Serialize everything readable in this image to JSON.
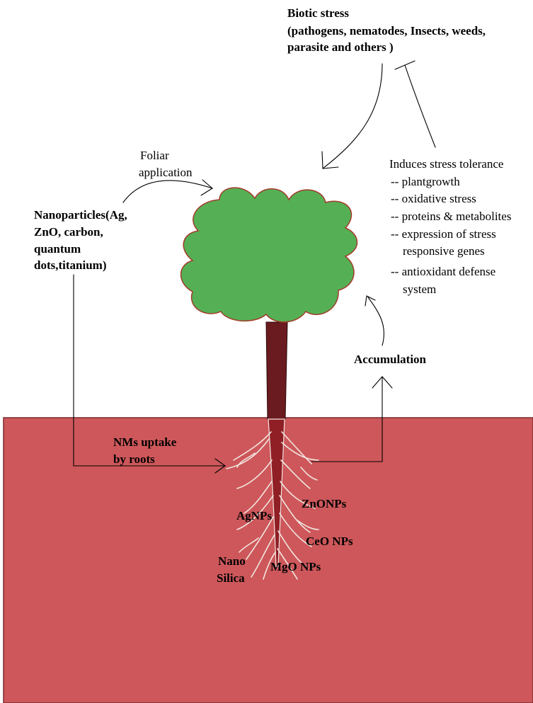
{
  "biotic": {
    "title": "Biotic stress",
    "line1": "(pathogens, nematodes,  Insects, weeds,",
    "line2": "parasite and others )"
  },
  "foliar": {
    "line1": "Foliar",
    "line2": "application"
  },
  "nanoparticles": {
    "line1": "Nanoparticles(Ag,",
    "line2": "ZnO, carbon,",
    "line3": "quantum",
    "line4": "dots,titanium)"
  },
  "tolerance": {
    "title": "Induces stress tolerance",
    "items": [
      "-- plantgrowth",
      "-- oxidative stress",
      "-- proteins & metabolites",
      "-- expression of stress",
      "    responsive genes",
      "-- antioxidant defense",
      "    system"
    ]
  },
  "accumulation": "Accumulation",
  "uptake": {
    "line1": "NMs uptake",
    "line2": "by roots"
  },
  "nps": {
    "agnps": "AgNPs",
    "znonps": "ZnONPs",
    "ceonps": "CeO NPs",
    "mgonps": "MgO NPs",
    "nano": "Nano",
    "silica": "Silica"
  },
  "colors": {
    "soil": "#cd575a",
    "canopy": "#55b055",
    "trunk": "#6a1b1f",
    "root": "#f2e6e0"
  }
}
